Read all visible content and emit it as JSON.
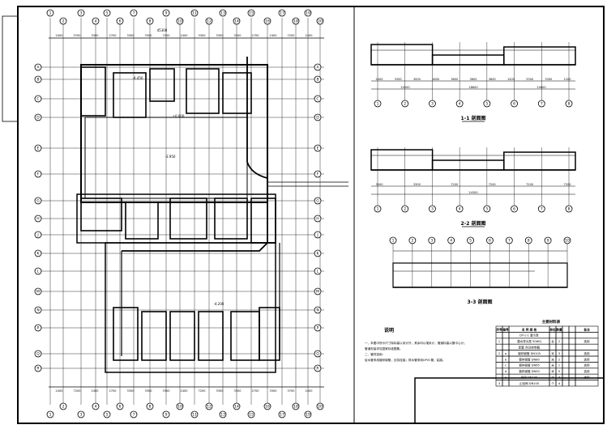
{
  "plan": {
    "title": "地下室平面图",
    "top_dims": [
      "2400",
      "3700",
      "3300",
      "2700",
      "3300",
      "3300",
      "7200",
      "2400",
      "3300",
      "3300",
      "3300",
      "2700",
      "2400",
      "7200",
      "2400"
    ],
    "total_dim": "45300",
    "col_labels": [
      "1",
      "2",
      "3",
      "4",
      "5",
      "6",
      "7",
      "8",
      "9",
      "10",
      "11",
      "12",
      "13",
      "14",
      "15",
      "16",
      "17",
      "18",
      "19",
      "20"
    ],
    "row_labels": [
      "A",
      "B",
      "C",
      "D",
      "E",
      "F",
      "G",
      "H",
      "J",
      "K",
      "L",
      "M",
      "N",
      "P",
      "Q",
      "R"
    ],
    "note_labels": [
      "-3.950",
      "-4.200",
      "±0.000",
      "-4.450"
    ]
  },
  "sections": [
    {
      "title": "1-1 剖面图",
      "dims": [
        "2400",
        "3300",
        "3000",
        "1800",
        "3600",
        "3600",
        "3600",
        "1200",
        "3300",
        "3300",
        "1200"
      ],
      "totals": [
        "10500",
        "18600",
        "10800"
      ]
    },
    {
      "title": "2-2 剖面图",
      "dims": [
        "3000",
        "3300",
        "7200",
        "7200",
        "7200",
        "7200"
      ],
      "totals": [
        "24300"
      ]
    },
    {
      "title": "3-3 剖面图",
      "dims": [],
      "totals": []
    }
  ],
  "notes": {
    "title": "说明",
    "lines": [
      "一、本图中所示尺寸除标高以米计外，其余均以毫米计，管道标高以管中心计；",
      "   管道安装详见国家标准图集。",
      "二、管材选用：",
      "   给水管采用镀锌钢管，丝扣连接；排水管采用UPVC管，粘接。"
    ]
  },
  "materials": {
    "title": "主要材料表",
    "headers": [
      "序号",
      "编号",
      "名 称 规 格",
      "单位",
      "数量",
      "",
      "",
      "备注"
    ],
    "rows": [
      [
        "",
        "",
        "DY-1-1 潜污泵",
        "",
        "",
        "",
        "",
        ""
      ],
      [
        "1",
        "",
        "潜水排污泵 50WQ",
        "台",
        "2",
        "",
        "",
        "选用"
      ],
      [
        "",
        "",
        "配套 自动控制箱",
        "",
        "",
        "",
        "",
        ""
      ],
      [
        "2",
        "a",
        "镀锌钢管 DN100",
        "米",
        "3",
        "",
        "",
        "选用"
      ],
      [
        "",
        "b",
        "镀锌钢管 DN80",
        "米",
        "2",
        "",
        "",
        "选用"
      ],
      [
        "",
        "c",
        "镀锌钢管 DN65",
        "米",
        "1",
        "",
        "",
        "选用"
      ],
      [
        "",
        "d",
        "镀锌钢管 DN50",
        "米",
        "5",
        "",
        "",
        "选用"
      ],
      [
        "",
        "e",
        "闸阀 DN100",
        "个",
        "7",
        "",
        "",
        "选用"
      ],
      [
        "3",
        "",
        "止回阀 DN100",
        "个",
        "4",
        "",
        "",
        ""
      ]
    ]
  }
}
